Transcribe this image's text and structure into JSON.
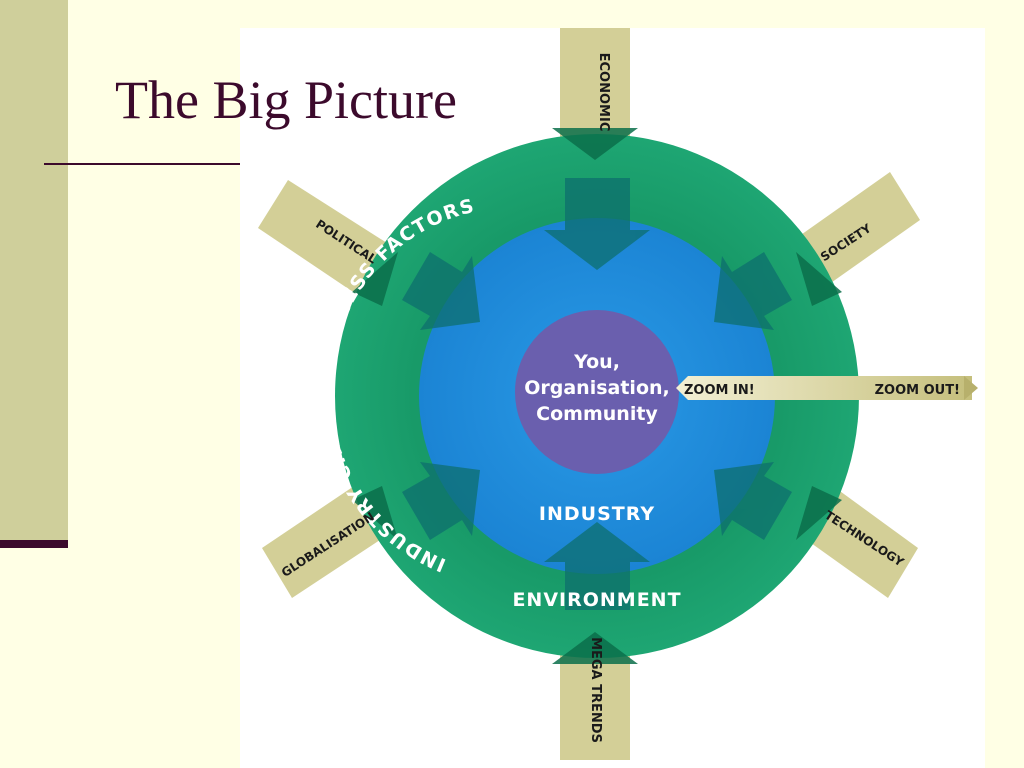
{
  "slide": {
    "title": "The Big Picture"
  },
  "diagram": {
    "forces": {
      "economic": "ECONOMIC",
      "political": "POLITICAL",
      "society": "SOCIETY",
      "globalisation": "GLOBALISATION",
      "technology": "TECHNOLOGY",
      "mega_trends": "MEGA TRENDS"
    },
    "rings": {
      "industry_csf": "INDUSTRY CRITICAL SUCCESS FACTORS",
      "industry": "INDUSTRY",
      "environment": "ENVIRONMENT"
    },
    "core": {
      "line1": "You,",
      "line2": "Organisation,",
      "line3": "Community"
    },
    "zoom": {
      "in": "ZOOM IN!",
      "out": "ZOOM OUT!"
    }
  },
  "colors": {
    "slide_background": "#ffffe5",
    "side_bar": "#cfcf9b",
    "title_text": "#3c0a2c",
    "outer_ring": "#1b9a6a",
    "inner_ring": "#1e88d8",
    "core": "#6a5fae",
    "force_band": "#d3cf97",
    "arrow_dark": "#0b6f4a"
  }
}
